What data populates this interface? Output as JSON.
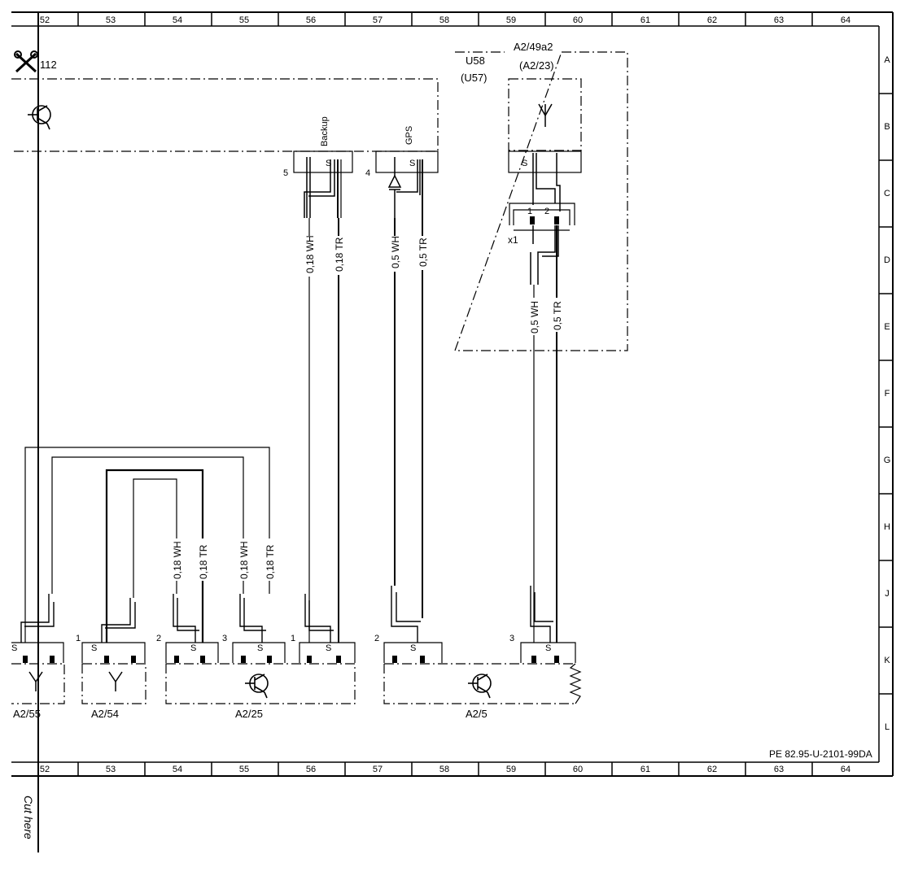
{
  "grid": {
    "columns": [
      "52",
      "53",
      "54",
      "55",
      "56",
      "57",
      "58",
      "59",
      "60",
      "61",
      "62",
      "63",
      "64"
    ],
    "rows": [
      "A",
      "B",
      "C",
      "D",
      "E",
      "F",
      "G",
      "H",
      "J",
      "K",
      "L"
    ]
  },
  "cut_marker": {
    "number": "112",
    "text": "Cut here"
  },
  "antenna_connector": {
    "label": "Backup",
    "pin": "5",
    "shield": "S",
    "wires": [
      "0,18 WH",
      "0,18 TR"
    ]
  },
  "gps_connector": {
    "label": "GPS",
    "pin": "4",
    "shield": "S",
    "wires": [
      "0,5 WH",
      "0,5 TR"
    ]
  },
  "module": {
    "code": "U58",
    "code_alt": "(U57)",
    "name": "A2/49a2",
    "name_alt": "(A2/23)",
    "shield": "S",
    "connector": "x1",
    "pins": [
      "1",
      "2"
    ],
    "wires": [
      "0,5 WH",
      "0,5 TR"
    ]
  },
  "middle_wires": [
    "0,18 WH",
    "0,18 TR",
    "0,18 WH",
    "0,18 TR"
  ],
  "components": [
    {
      "name": "A2/55",
      "shield": "S"
    },
    {
      "name": "A2/54",
      "pin": "1",
      "shield": "S"
    },
    {
      "name": "A2/25",
      "pins": [
        "2",
        "3",
        "1"
      ],
      "shields": [
        "S",
        "S",
        "S"
      ]
    },
    {
      "name": "A2/5",
      "pins": [
        "2",
        "3"
      ],
      "shields": [
        "S",
        "S"
      ]
    }
  ],
  "doc_ref": "PE 82.95-U-2101-99DA"
}
